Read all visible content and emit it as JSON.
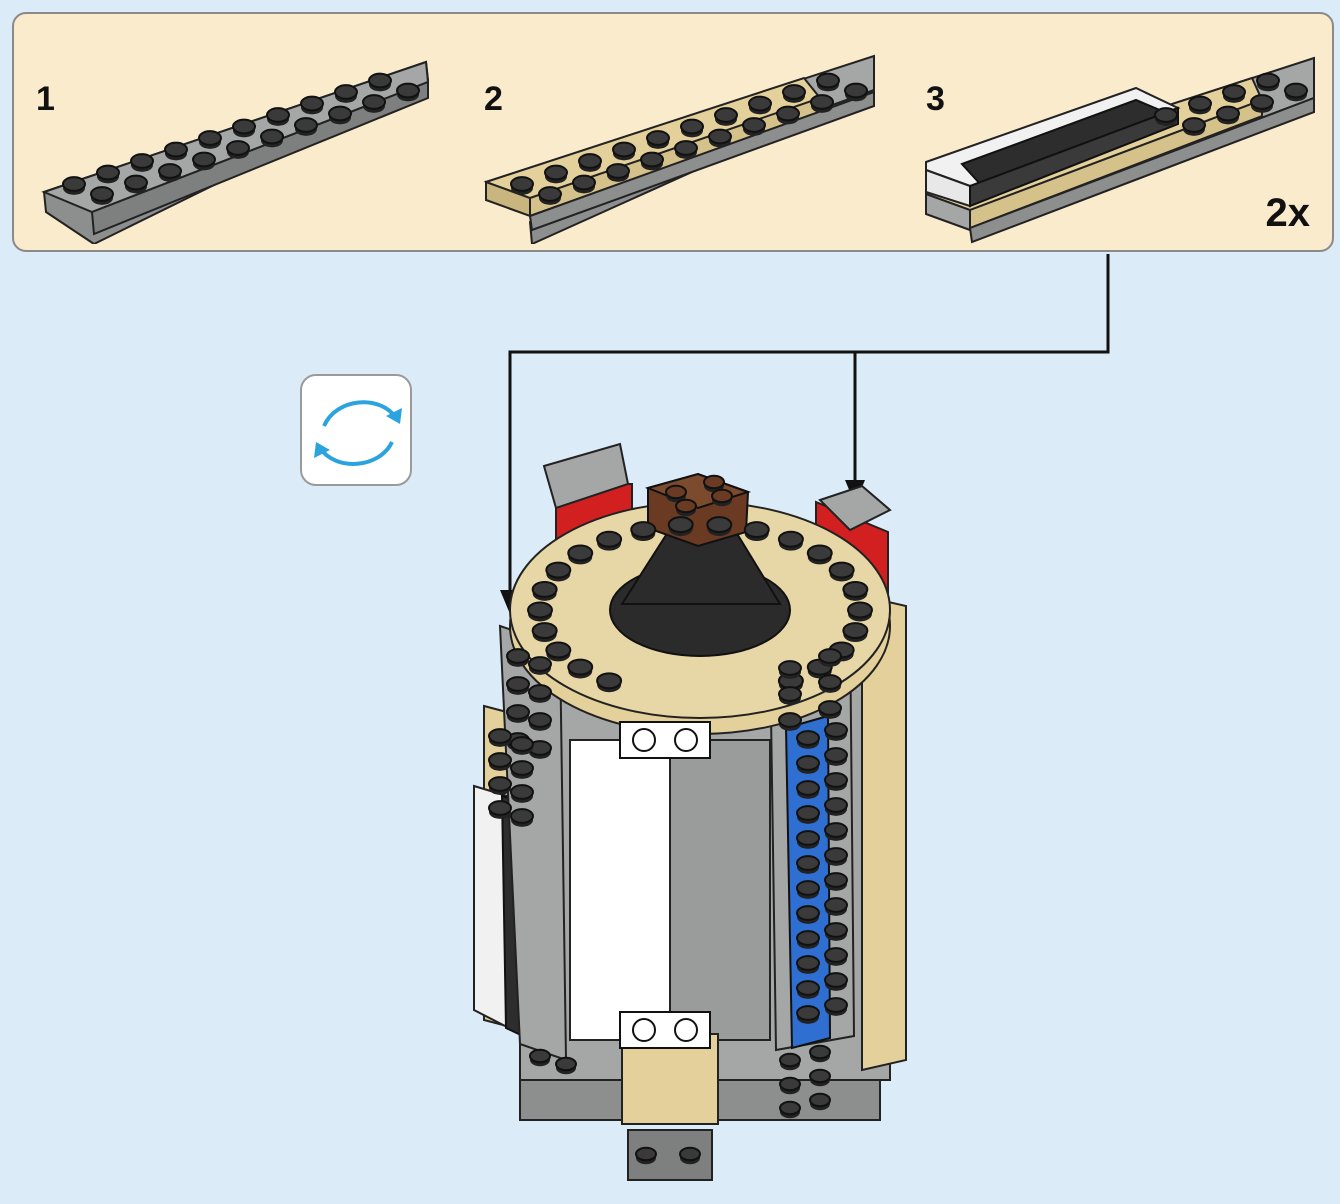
{
  "callout": {
    "steps": [
      {
        "number": "1"
      },
      {
        "number": "2"
      },
      {
        "number": "3"
      }
    ],
    "multiplier": "2x"
  },
  "rotate_icon": "rotate-model-icon",
  "colors": {
    "panel": "#f9ebcc",
    "background": "#dcebf8",
    "tan": "#e3d09a",
    "light_gray": "#a5a6a6",
    "dark_gray": "#3a3a3a",
    "red": "#d21f1f",
    "blue": "#2f6fd1",
    "brown": "#6a3b22",
    "arrow_blue": "#2aa3df"
  }
}
